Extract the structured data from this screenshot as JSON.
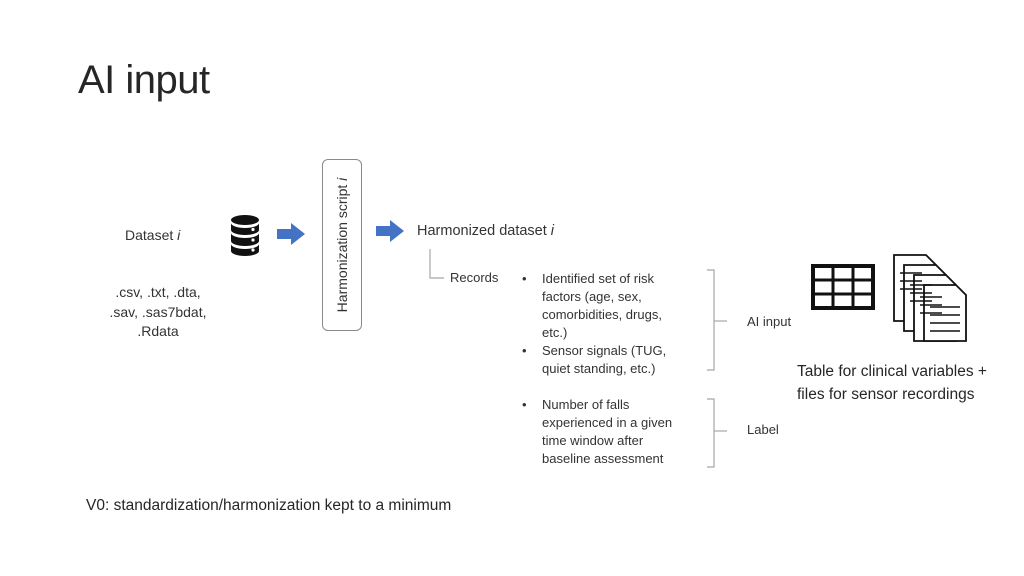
{
  "slide": {
    "title": "AI input",
    "footer_note": "V0: standardization/harmonization kept to a minimum"
  },
  "dataset": {
    "label_prefix": "Dataset",
    "label_italic": "i",
    "formats": [
      ".csv, .txt, .dta,",
      ".sav, .sas7bdat,",
      ".Rdata"
    ],
    "icon": "database-icon"
  },
  "script": {
    "label_prefix": "Harmonization script",
    "label_italic": "i"
  },
  "harmonized": {
    "label_prefix": "Harmonized dataset",
    "label_italic": "i",
    "records_label": "Records"
  },
  "ai_input_group": {
    "items": [
      [
        "Identified set of risk",
        "factors (age, sex,",
        "comorbidities, drugs,",
        "etc.)"
      ],
      [
        "Sensor signals (TUG,",
        "quiet standing, etc.)"
      ]
    ],
    "label": "AI input"
  },
  "label_group": {
    "items": [
      [
        "Number of falls",
        "experienced in a given",
        "time window after",
        "baseline assessment"
      ]
    ],
    "label": "Label"
  },
  "caption": {
    "lines": [
      "Table for clinical variables +",
      "files for sensor recordings"
    ]
  },
  "colors": {
    "arrow": "#4472c4",
    "text": "#333333",
    "bracket": "#a6a6a6",
    "icon": "#111111"
  },
  "icons": [
    "database-icon",
    "right-arrow-icon",
    "table-icon",
    "documents-icon"
  ]
}
